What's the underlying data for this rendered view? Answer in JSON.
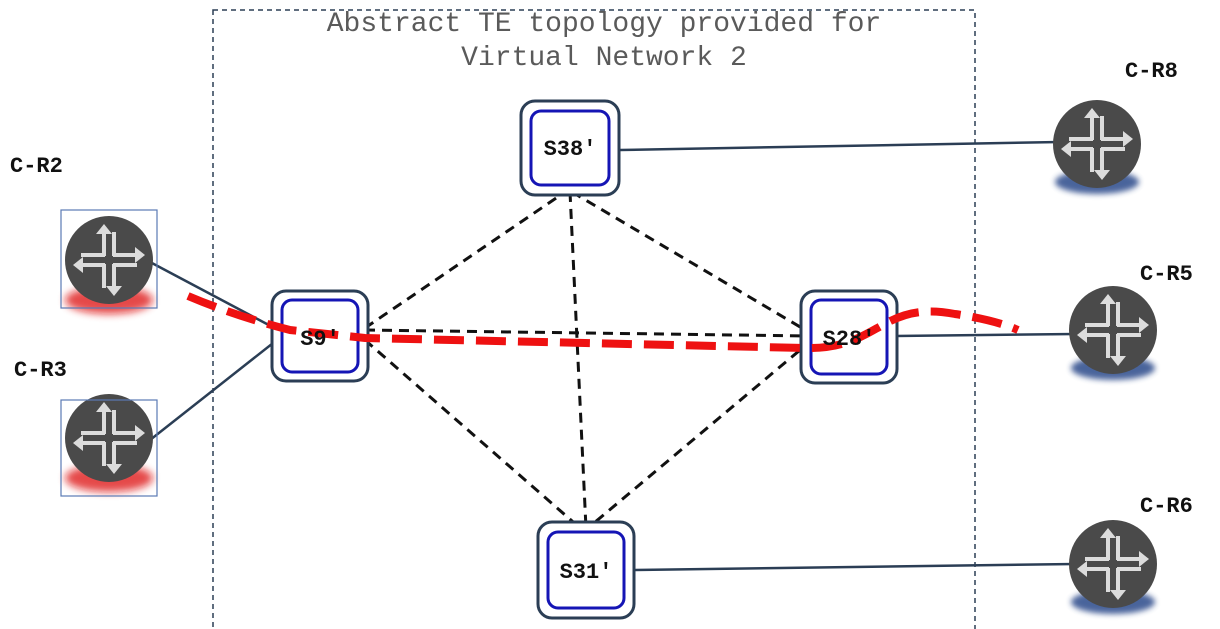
{
  "diagram": {
    "title_line1": "Abstract TE topology provided for",
    "title_line2": "Virtual Network 2",
    "colors": {
      "boundary": "#2b3e55",
      "node_outer": "#2b3e55",
      "node_inner": "#1515b5",
      "access_link": "#2b3e55",
      "te_link": "#111111",
      "path": "#ee1111",
      "router_body": "#4a4a4a",
      "router_arrows": "#dcdcdc",
      "router_glow_red": "#dd1111",
      "router_glow_blue": "#2c4a8a"
    },
    "nodes": [
      {
        "id": "S9",
        "label": "S9′"
      },
      {
        "id": "S38",
        "label": "S38′"
      },
      {
        "id": "S28",
        "label": "S28′"
      },
      {
        "id": "S31",
        "label": "S31′"
      }
    ],
    "routers": [
      {
        "id": "CR2",
        "label": "C-R2",
        "glow": "red",
        "selected": true
      },
      {
        "id": "CR3",
        "label": "C-R3",
        "glow": "red",
        "selected": true
      },
      {
        "id": "CR8",
        "label": "C-R8",
        "glow": "blue",
        "selected": false
      },
      {
        "id": "CR5",
        "label": "C-R5",
        "glow": "blue",
        "selected": false
      },
      {
        "id": "CR6",
        "label": "C-R6",
        "glow": "blue",
        "selected": false
      }
    ],
    "te_links": [
      [
        "S9",
        "S38"
      ],
      [
        "S9",
        "S28"
      ],
      [
        "S9",
        "S31"
      ],
      [
        "S38",
        "S28"
      ],
      [
        "S38",
        "S31"
      ],
      [
        "S28",
        "S31"
      ]
    ],
    "access_links": [
      [
        "CR2",
        "S9"
      ],
      [
        "CR3",
        "S9"
      ],
      [
        "S38",
        "CR8"
      ],
      [
        "S28",
        "CR5"
      ],
      [
        "S31",
        "CR6"
      ]
    ],
    "highlighted_path": [
      "CR2",
      "S9",
      "S28",
      "CR5"
    ]
  }
}
